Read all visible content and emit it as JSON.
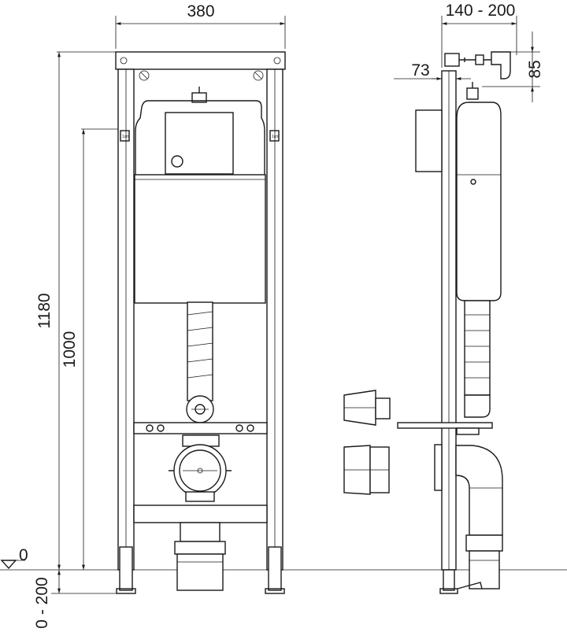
{
  "dimensions": {
    "frame_width": "380",
    "depth_range": "140 - 200",
    "offset_73": "73",
    "offset_85": "85",
    "total_height": "1180",
    "connection_height": "1000",
    "floor_level": "0",
    "leg_adjustment": "0 - 200"
  },
  "bracket_marks": {
    "left": "1cm",
    "right": "1cm"
  }
}
